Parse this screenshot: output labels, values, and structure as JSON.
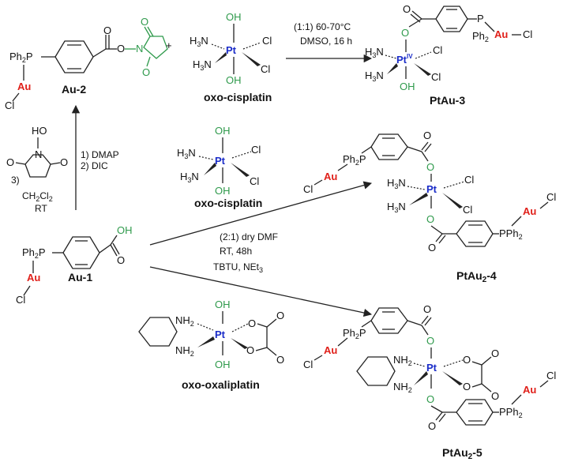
{
  "compounds": {
    "au2": "Au-2",
    "oxo_cisplatin_top": "oxo-cisplatin",
    "ptau3": "PtAu-3",
    "oxo_cisplatin_mid": "oxo-cisplatin",
    "au1": "Au-1",
    "ptau2_4": "PtAu",
    "ptau2_4_sub": "2",
    "ptau2_4_suffix": "-4",
    "oxo_oxaliplatin": "oxo-oxaliplatin",
    "ptau2_5": "PtAu",
    "ptau2_5_sub": "2",
    "ptau2_5_suffix": "-5"
  },
  "conditions": {
    "top_line1": "(1:1) 60-70°C",
    "top_line2": "DMSO, 16 h",
    "left_1": "1) DMAP",
    "left_2": "2) DIC",
    "left_3": "3)",
    "left_solvent": "CH",
    "left_rt": "RT",
    "mid_line1": "(2:1) dry DMF",
    "mid_line2": "RT, 48h",
    "mid_line3": "TBTU, NEt",
    "plus": "+"
  },
  "atoms": {
    "ph2p": "Ph",
    "p": "P",
    "pph2": "PPh",
    "au": "Au",
    "cl": "Cl",
    "pt": "Pt",
    "pt_iv": "IV",
    "oh": "OH",
    "h3n": "H",
    "n": "N",
    "nh2": "NH",
    "o": "O",
    "n_atom": "N",
    "two": "2",
    "three": "3"
  }
}
